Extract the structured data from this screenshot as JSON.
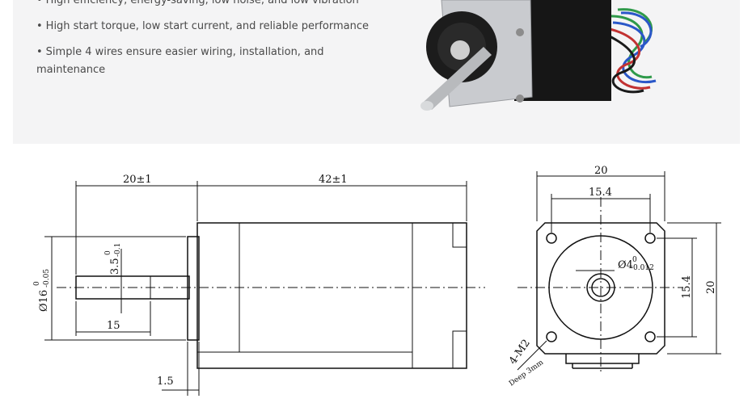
{
  "features": [
    {
      "bullet": "•",
      "text": "High efficiency, energy-saving, low noise, and low vibration"
    },
    {
      "bullet": "•",
      "text": "High start torque, low start current, and reliable performance"
    },
    {
      "bullet": "•",
      "text": "Simple 4 wires ensure easier wiring, installation, and maintenance"
    }
  ],
  "side_view": {
    "shaft_length": "20±1",
    "body_length": "42±1",
    "shaft_diameter_main": "Ø16",
    "shaft_diameter_upper": "0",
    "shaft_diameter_lower": "-0.05",
    "flat_depth_main": "3.5",
    "flat_depth_upper": "0",
    "flat_depth_lower": "-0.1",
    "flat_length": "15",
    "flange_thickness": "1.5"
  },
  "front_view": {
    "width_outer": "20",
    "hole_spacing_h": "15.4",
    "bore_main": "Ø4",
    "bore_upper": "0",
    "bore_lower": "-0.012",
    "hole_spacing_v": "15.4",
    "height_outer": "20",
    "holes_note": "4-M2",
    "holes_depth": "Deep 3mm"
  },
  "colors": {
    "panel_bg": "#f4f4f5",
    "text": "#4a4a4a",
    "line": "#111111",
    "motor_body": "#161616",
    "faceplate": "#c9cbcf"
  }
}
